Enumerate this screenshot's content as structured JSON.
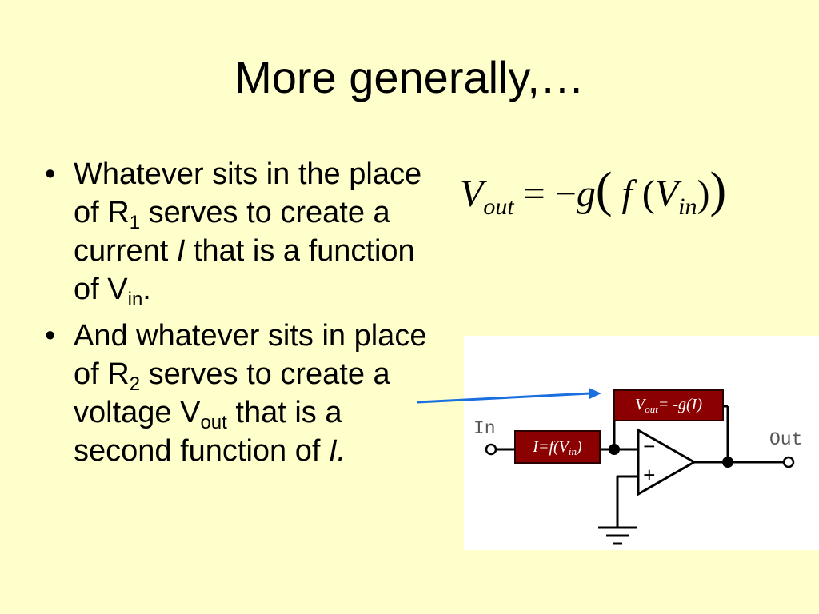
{
  "slide": {
    "title": "More generally,…",
    "bullets": [
      {
        "bullet": "•",
        "t1": "Whatever sits in the place of R",
        "s1": "1",
        "t2": " serves to create a current ",
        "em": "I",
        "t3": " that is a function of V",
        "s2": "in",
        "t4": "."
      },
      {
        "bullet": "•",
        "t1": "And whatever sits in place of R",
        "s1": "2",
        "t2": " serves to create a voltage V",
        "s2": "out",
        "t3": " that is a second function of ",
        "em": "I."
      }
    ]
  },
  "equation": {
    "lhs": "V",
    "lhs_sub": "out",
    "op": " = −",
    "g": "g",
    "lparen": "(",
    "f": " f ",
    "inner_open": "(",
    "v": "V",
    "v_sub": "in",
    "inner_close": ")",
    "rparen": ")"
  },
  "circuit": {
    "in_label": "In",
    "out_label": "Out",
    "minus_sign": "−",
    "plus_sign": "+",
    "box_current": {
      "pre": "I=f(V",
      "sub": "in",
      "post": ")"
    },
    "box_voltage": {
      "pre": "V",
      "sub": "out",
      "post": "= -g(I)"
    },
    "box_color": "#8b0000",
    "arrow_color": "#1a6fe0"
  }
}
